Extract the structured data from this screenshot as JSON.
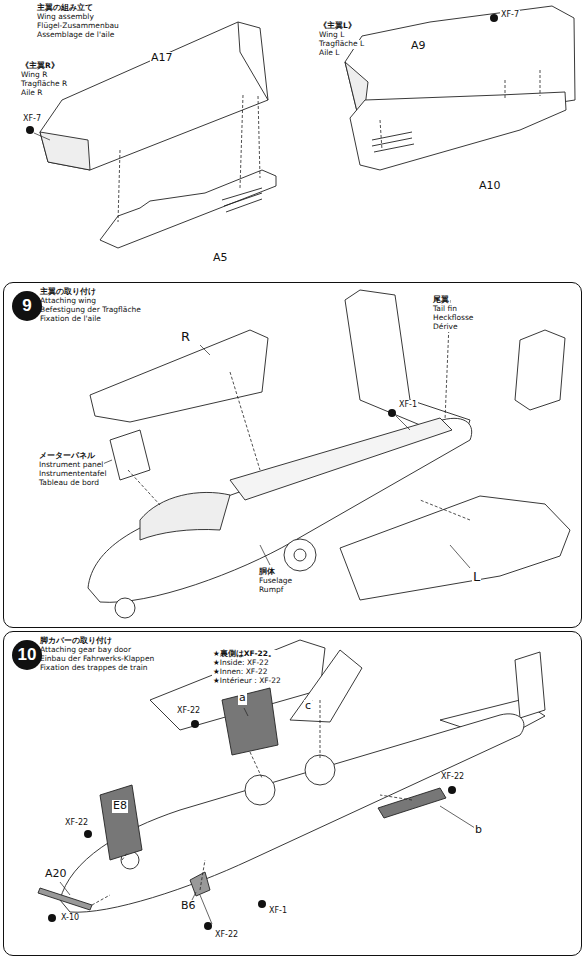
{
  "diagram": {
    "nodes": [
      {
        "text": [
          "主翼の取り付け",
          "Attaching wing",
          "Befestigung der Tragfläche",
          "Fixation de l'aile"
        ]
      },
      {
        "text": [
          "9"
        ],
        "in": 0
      },
      {
        "text": [
          "脚カバーの取り付け",
          "Attaching gear bay door",
          "Einbau der Fahrwerks-Klappen",
          "Fixation des trappes de train"
        ]
      },
      {
        "text": [
          "10"
        ],
        "in": 2
      }
    ],
    "labels": [
      "主翼の組み立て",
      "Wing assembly",
      "Flügel-Zusammenbau",
      "Assemblage de l'aile",
      "《主翼R》",
      "Wing R",
      "Tragfläche R",
      "Aile R",
      "A17",
      "XF-7",
      "A5",
      "《主翼L》",
      "Wing L",
      "Tragfläche L",
      "Aile L",
      "A9",
      "XF-7",
      "A10",
      "R",
      "尾翼",
      "Tail fin",
      "Heckflosse",
      "Dérive",
      "XF-1",
      "メーターパネル",
      "Instrument panel",
      "Instrumententafel",
      "Tableau de bord",
      "胴体",
      "Fuselage",
      "Rumpf",
      "L",
      "★裏側はXF-22。",
      "★Inside: XF-22",
      "★Innen: XF-22",
      "★Intérieur : XF-22",
      "a",
      "c",
      "XF-22",
      "XF-22",
      "E8",
      "XF-22",
      "b",
      "A20",
      "X-10",
      "B6",
      "XF-1",
      "XF-22"
    ]
  }
}
